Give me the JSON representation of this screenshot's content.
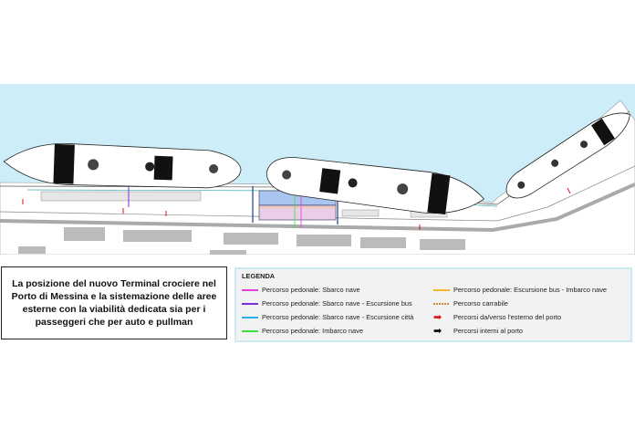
{
  "caption": "La posizione del nuovo Terminal crociere nel Porto di Messina e la sistemazione delle aree esterne con la viabilità dedicata sia per i passeggeri che per auto e pullman",
  "legend": {
    "title": "LEGENDA",
    "left": [
      {
        "label": "Percorso pedonale: Sbarco nave",
        "color": "#e040e0"
      },
      {
        "label": "Percorso pedonale: Sbarco nave - Escursione bus",
        "color": "#7a2ee0"
      },
      {
        "label": "Percorso pedonale: Sbarco nave - Escursione città",
        "color": "#2ab0f0"
      },
      {
        "label": "Percorso pedonale: Imbarco nave",
        "color": "#3ee03e"
      }
    ],
    "right": [
      {
        "label": "Percorso pedonale: Escursione bus - Imbarco nave",
        "color": "#f5b52a"
      },
      {
        "label": "Percorso carrabile",
        "color": "#d08a40"
      },
      {
        "label": "Percorsi da/verso l'esterno del porto",
        "color": "#e01010"
      },
      {
        "label": "Percorsi interni al porto",
        "color": "#000000"
      }
    ]
  },
  "colors": {
    "water": "#cdeef9",
    "land": "#ffffff",
    "terminal_top": "#a9c4ee",
    "terminal_bottom": "#eacde6"
  }
}
